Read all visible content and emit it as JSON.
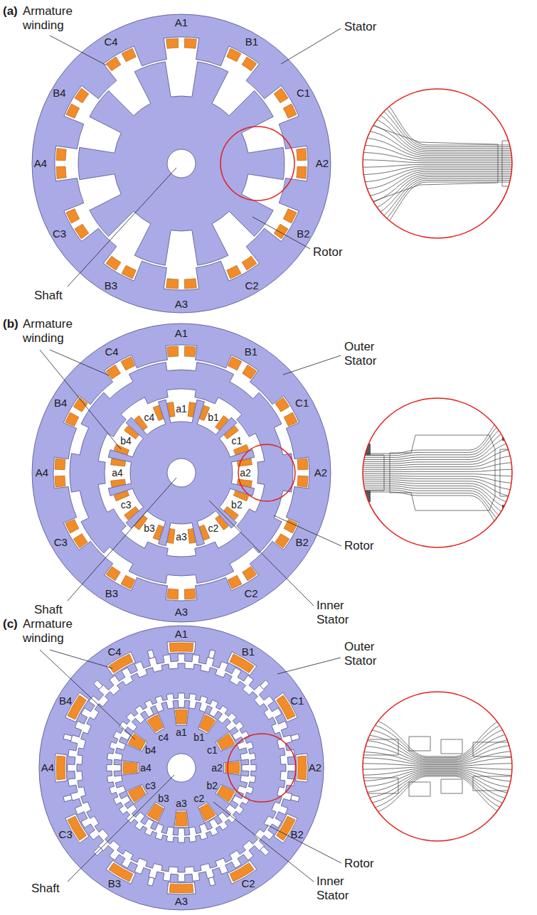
{
  "diagram": {
    "labels": [
      "(a)",
      "Armature winding",
      "Stator",
      "A1",
      "B1",
      "C1",
      "A2",
      "B2",
      "C2",
      "A3",
      "B3",
      "C3",
      "A4",
      "B4",
      "C4",
      "Shaft",
      "Rotor",
      "(b)",
      "Armature winding",
      "Outer Stator",
      "A1",
      "B1",
      "C1",
      "A2",
      "B2",
      "C2",
      "A3",
      "B3",
      "C3",
      "A4",
      "B4",
      "C4",
      "a1",
      "b1",
      "c1",
      "a2",
      "b2",
      "c2",
      "a3",
      "b3",
      "c3",
      "a4",
      "b4",
      "c4",
      "Shaft",
      "Rotor",
      "Inner Stator",
      "(c)",
      "Armature winding",
      "Outer Stator",
      "A1",
      "B1",
      "C1",
      "A2",
      "B2",
      "C2",
      "A3",
      "B3",
      "C3",
      "A4",
      "B4",
      "C4",
      "a1",
      "b1",
      "c1",
      "a2",
      "b2",
      "c2",
      "a3",
      "b3",
      "c3",
      "a4",
      "b4",
      "c4",
      "Shaft",
      "Rotor",
      "Inner Stator"
    ]
  }
}
